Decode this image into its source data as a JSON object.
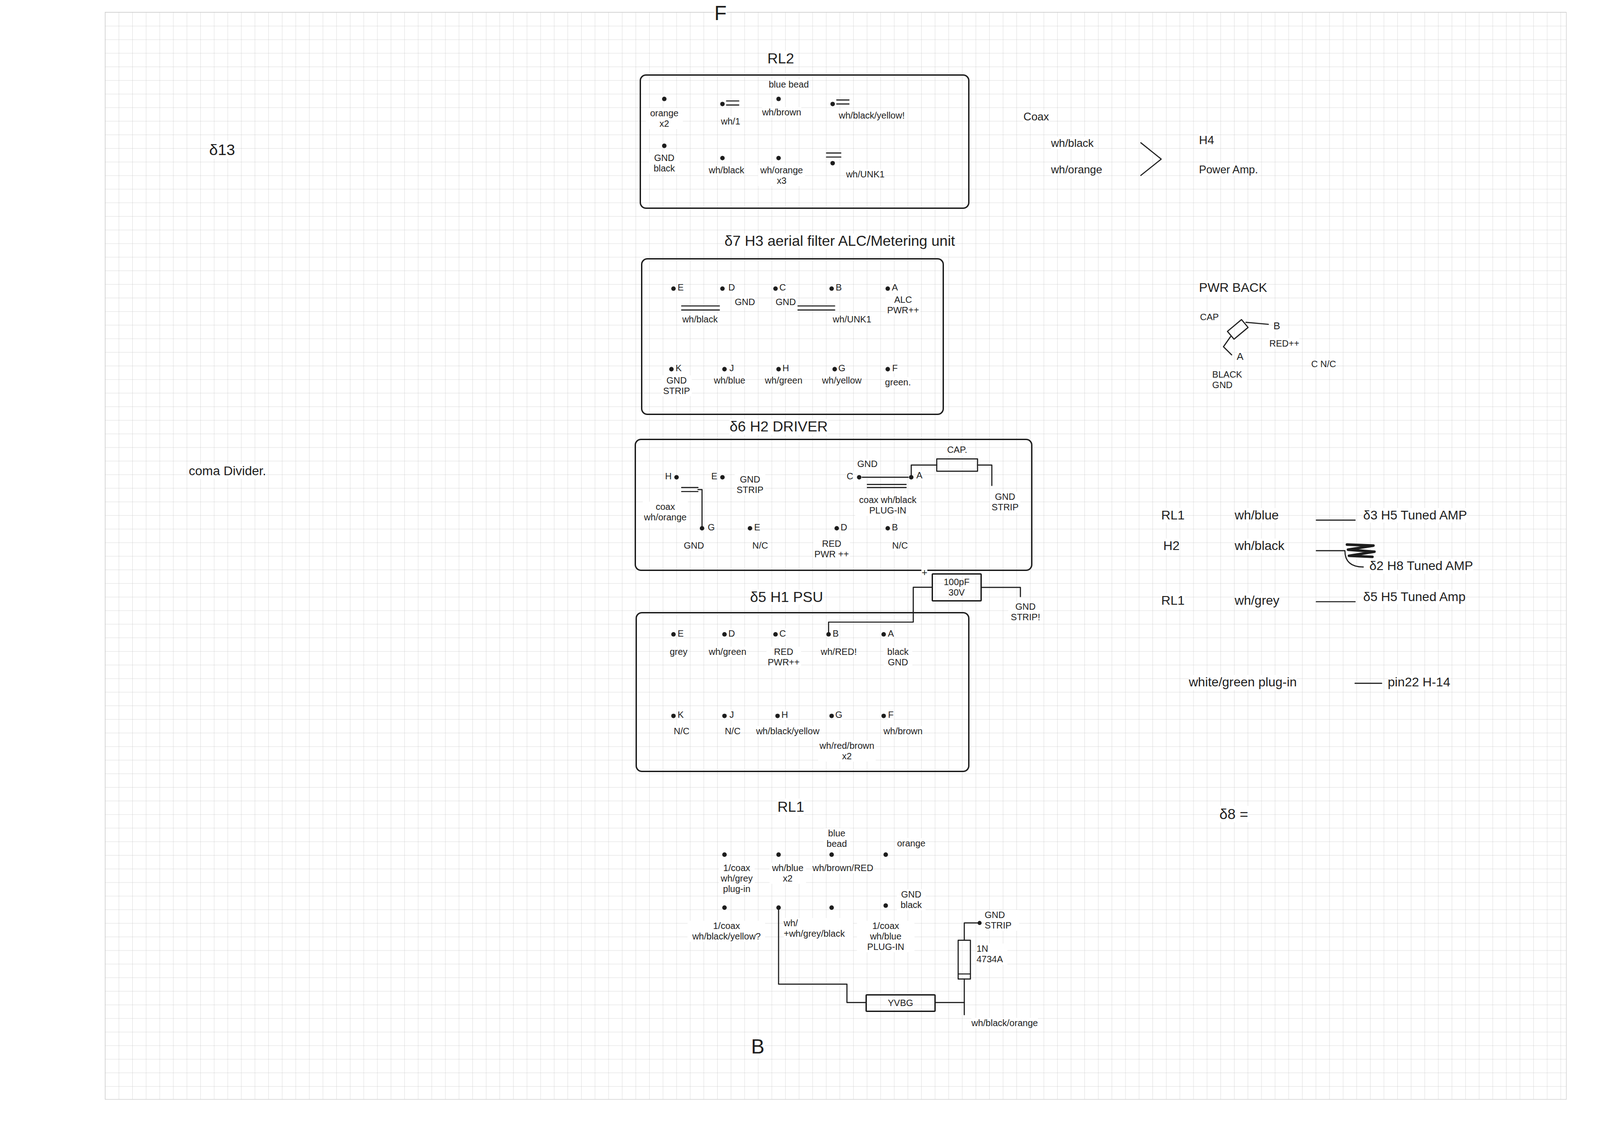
{
  "diagram": {
    "nodes": [
      {
        "text": [
          "RL2"
        ]
      },
      {
        "text": [
          "δ7 H3 aerial filter ALC/Metering unit"
        ]
      },
      {
        "text": [
          "δ6 H2 DRIVER"
        ]
      },
      {
        "text": [
          "δ5 H1 PSU"
        ]
      },
      {
        "text": [
          "100pF 30V"
        ]
      },
      {
        "text": [
          "YVBG"
        ]
      }
    ],
    "edges": [
      {
        "from": 3,
        "to": 4,
        "arrow": "none"
      }
    ],
    "labels": [
      "F",
      "δ13",
      "coma Divider.",
      "orange x2",
      "wh/1",
      "blue bead",
      "wh/brown",
      "wh/black/yellow!",
      "GND black",
      "wh/black",
      "wh/orange x3",
      "wh/UNK1",
      "Coax",
      "wh/black",
      "wh/orange",
      "H4",
      "Power Amp.",
      "E",
      "wh/black",
      "D",
      "GND",
      "C",
      "GND",
      "B",
      "wh/UNK1",
      "A",
      "ALC PWR++",
      "K",
      "GND STRIP",
      "J",
      "wh/blue",
      "H",
      "wh/green",
      "G",
      "wh/yellow",
      "F",
      "green.",
      "PWR BACK",
      "CAP",
      "B",
      "RED++",
      "A",
      "BLACK GND",
      "C N/C",
      "H",
      "coax wh/orange",
      "E",
      "GND STRIP",
      "GND",
      "C",
      "CAP.",
      "A",
      "coax wh/black PLUG-IN",
      "GND STRIP",
      "G",
      "GND",
      "E",
      "N/C",
      "D",
      "RED PWR ++",
      "B",
      "N/C",
      "RL1",
      "wh/blue",
      "δ3 H5 Tuned AMP",
      "H2",
      "wh/black",
      "δ2 H8 Tuned AMP",
      "RL1",
      "wh/grey",
      "δ5 H5 Tuned Amp",
      "E",
      "grey",
      "D",
      "wh/green",
      "C",
      "RED PWR++",
      "B",
      "wh/RED!",
      "A",
      "black GND",
      "+",
      "GND STRIP!",
      "K",
      "N/C",
      "J",
      "N/C",
      "H",
      "wh/black/yellow",
      "G",
      "wh/red/brown x2",
      "F",
      "wh/brown",
      "white/green plug-in",
      "pin22 H-14",
      "RL1",
      "1/coax wh/grey plug-in",
      "wh/blue x2",
      "blue bead",
      "wh/brown/RED",
      "orange",
      "1/coax wh/black/yellow?",
      "wh/ +wh/grey/black",
      "1/coax wh/blue PLUG-IN",
      "GND black",
      "GND STRIP",
      "1N 4734A",
      "wh/black/orange",
      "δ8 =",
      "B"
    ]
  }
}
